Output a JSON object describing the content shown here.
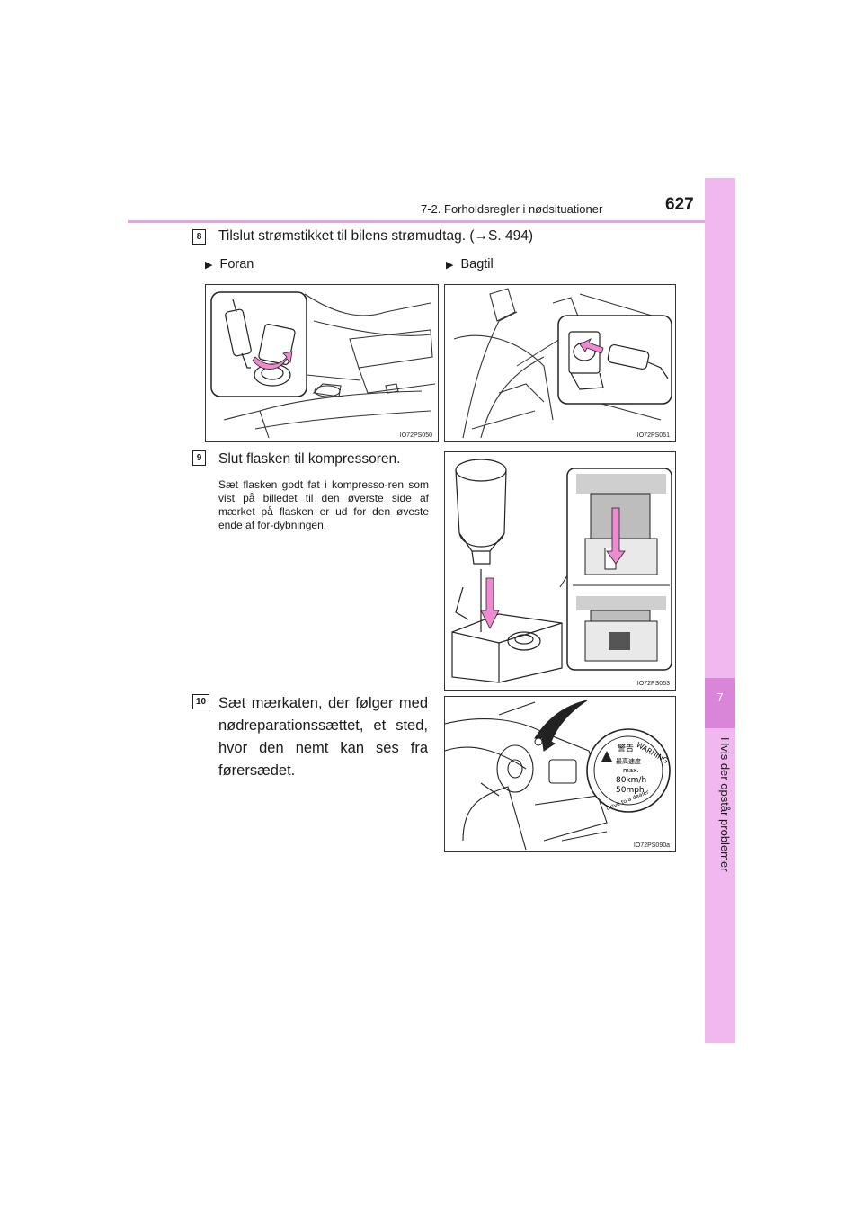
{
  "header": {
    "section": "7-2. Forholdsregler i nødsituationer",
    "page_number": "627"
  },
  "side_tab": {
    "chapter_number": "7",
    "chapter_title": "Hvis der opstår problemer"
  },
  "step8": {
    "number": "8",
    "text": "Tilslut strømstikket til bilens strømudtag. (→S. 494)",
    "front_label": "Foran",
    "rear_label": "Bagtil",
    "figure_front_code": "IO72PS050",
    "figure_rear_code": "IO72PS051"
  },
  "step9": {
    "number": "9",
    "title": "Slut flasken til kompressoren.",
    "body": "Sæt flasken godt fat i kompresso-ren som vist på billedet til den øverste side af mærket på flasken er ud for den øveste ende af for-dybningen.",
    "figure_code": "IO72PS053"
  },
  "step10": {
    "number": "10",
    "text": "Sæt mærkaten, der følger med nødreparationssættet, et sted, hvor den nemt kan ses fra førersædet.",
    "figure_code": "IO72PS090a",
    "label": {
      "warning_jp": "警告",
      "warning_en": "WARNING",
      "speed_jp": "最高速度",
      "max": "max.",
      "speed_kmh": "80km/h",
      "speed_mph": "50mph",
      "drive_note": "Drive to a dealer"
    }
  },
  "colors": {
    "tab": "#f0b8ef",
    "tab_active": "#d985d8",
    "header_rule": "#e6a3e5",
    "arrow_pink": "#f08ad0"
  }
}
